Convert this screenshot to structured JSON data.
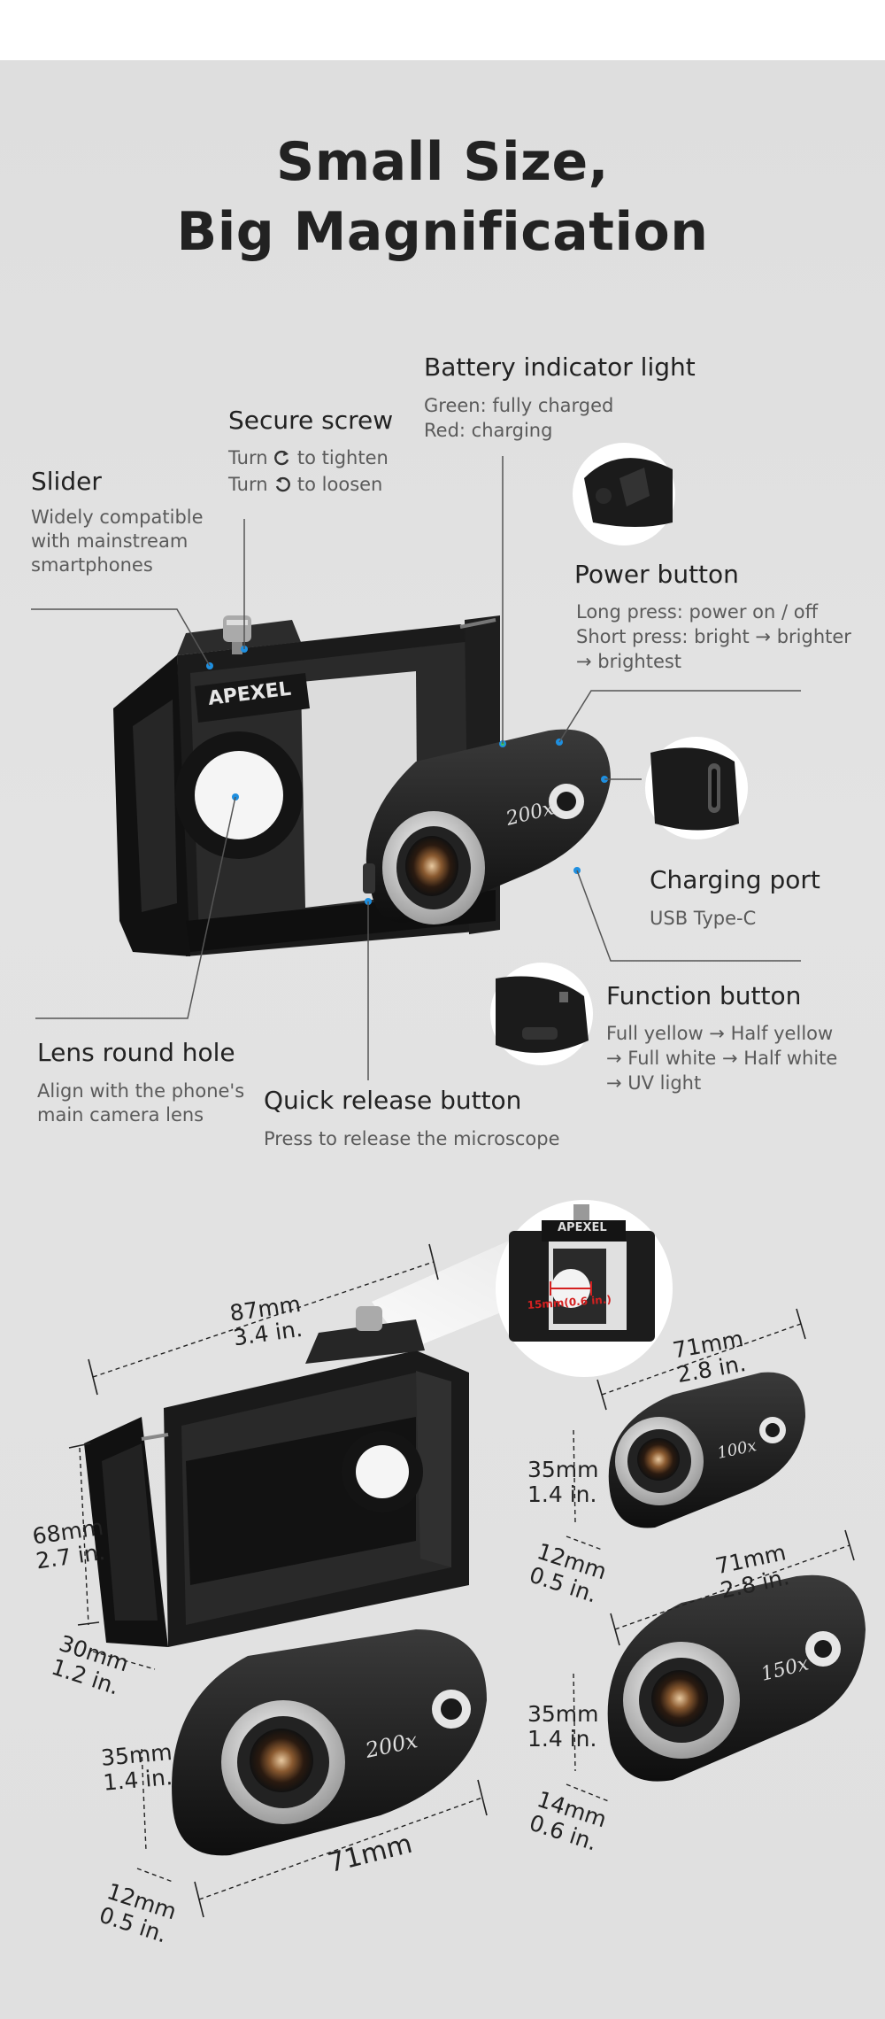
{
  "title": {
    "line1": "Small Size,",
    "line2": "Big Magnification"
  },
  "callouts": {
    "battery": {
      "label": "Battery indicator light",
      "line1": "Green: fully charged",
      "line2": "Red: charging"
    },
    "screw": {
      "label": "Secure screw",
      "line1_pre": "Turn",
      "line1_post": "to tighten",
      "line2_pre": "Turn",
      "line2_post": "to loosen"
    },
    "slider": {
      "label": "Slider",
      "line1": "Widely compatible",
      "line2": "with mainstream",
      "line3": "smartphones"
    },
    "power": {
      "label": "Power button",
      "line1": "Long press: power on / off",
      "line2": "Short press: bright → brighter",
      "line3": "→ brightest"
    },
    "charging": {
      "label": "Charging port",
      "line1": "USB Type-C"
    },
    "function": {
      "label": "Function button",
      "line1": "Full yellow → Half yellow",
      "line2": "→ Full white → Half white",
      "line3": "→ UV light"
    },
    "lens": {
      "label": "Lens round hole",
      "line1": "Align with the phone's",
      "line2": "main camera lens"
    },
    "release": {
      "label": "Quick release button",
      "line1": "Press to release the microscope"
    }
  },
  "product": {
    "brand": "APEXEL",
    "mag_200": "200x",
    "mag_100": "100x",
    "mag_150": "150x",
    "hole_annotation": "15mm(0.6 in.)"
  },
  "dimensions": {
    "clip_width": {
      "mm": "87mm",
      "in": "3.4 in."
    },
    "clip_height": {
      "mm": "68mm",
      "in": "2.7 in."
    },
    "clip_depth": {
      "mm": "30mm",
      "in": "1.2 in."
    },
    "m200_height": {
      "mm": "35mm",
      "in": "1.4 in."
    },
    "m200_depth": {
      "mm": "12mm",
      "in": "0.5 in."
    },
    "m200_length": "71mm",
    "m100_width": {
      "mm": "71mm",
      "in": "2.8 in."
    },
    "m100_height": {
      "mm": "35mm",
      "in": "1.4 in."
    },
    "m100_depth": {
      "mm": "12mm",
      "in": "0.5 in."
    },
    "m150_width": {
      "mm": "71mm",
      "in": "2.8 in."
    },
    "m150_height": {
      "mm": "35mm",
      "in": "1.4 in."
    },
    "m150_depth": {
      "mm": "14mm",
      "in": "0.6 in."
    }
  },
  "colors": {
    "background": "#e0e0e0",
    "indicator_blue": "#1e8fe0",
    "accent_red": "#d42020",
    "body_black": "#1a1a1a",
    "lens_ring": "#d8d8d8"
  }
}
